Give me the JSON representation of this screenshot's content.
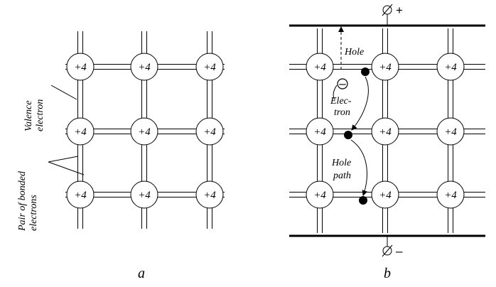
{
  "atom_charge": "+4",
  "panel_a": {
    "valence_label": "Valence electron",
    "valence_line1": "Valence",
    "valence_line2": "electron",
    "pair_label": "Pair of bonded electrons",
    "pair_line1": "Pair of bonded",
    "pair_line2": "electrons",
    "caption": "a"
  },
  "panel_b": {
    "top_terminal": "+",
    "bottom_terminal": "–",
    "hole_label": "Hole",
    "electron_line1": "Elec-",
    "electron_line2": "tron",
    "hole_path_line1": "Hole",
    "hole_path_line2": "path",
    "electron_sign": "–",
    "caption": "b"
  }
}
